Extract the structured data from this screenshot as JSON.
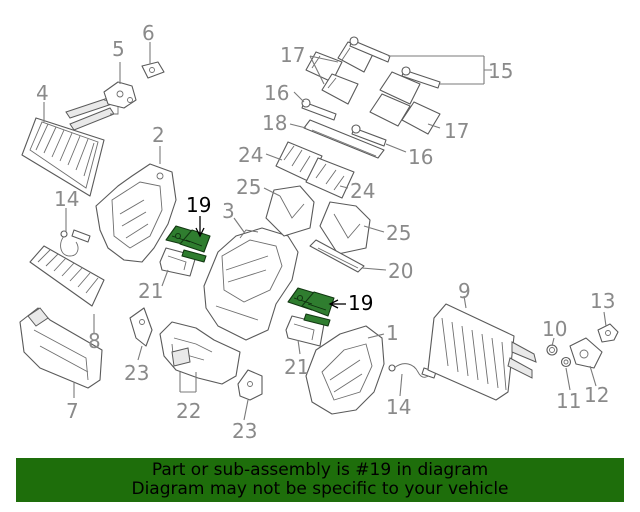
{
  "diagram": {
    "highlight_color": "#2f7d2f",
    "callouts": {
      "c1": "1",
      "c2": "2",
      "c3": "3",
      "c4": "4",
      "c5": "5",
      "c6": "6",
      "c7": "7",
      "c8": "8",
      "c9": "9",
      "c10": "10",
      "c11": "11",
      "c12": "12",
      "c13": "13",
      "c14a": "14",
      "c14b": "14",
      "c15": "15",
      "c16a": "16",
      "c16b": "16",
      "c17a": "17",
      "c17b": "17",
      "c18": "18",
      "c19a": "19",
      "c19b": "19",
      "c20": "20",
      "c21a": "21",
      "c21b": "21",
      "c22": "22",
      "c23a": "23",
      "c23b": "23",
      "c24a": "24",
      "c24b": "24",
      "c25a": "25",
      "c25b": "25"
    }
  },
  "banner": {
    "color": "#1e6e0b",
    "line1": "Part or sub-assembly is #19 in diagram",
    "line2": "Diagram may not be specific to your vehicle"
  }
}
